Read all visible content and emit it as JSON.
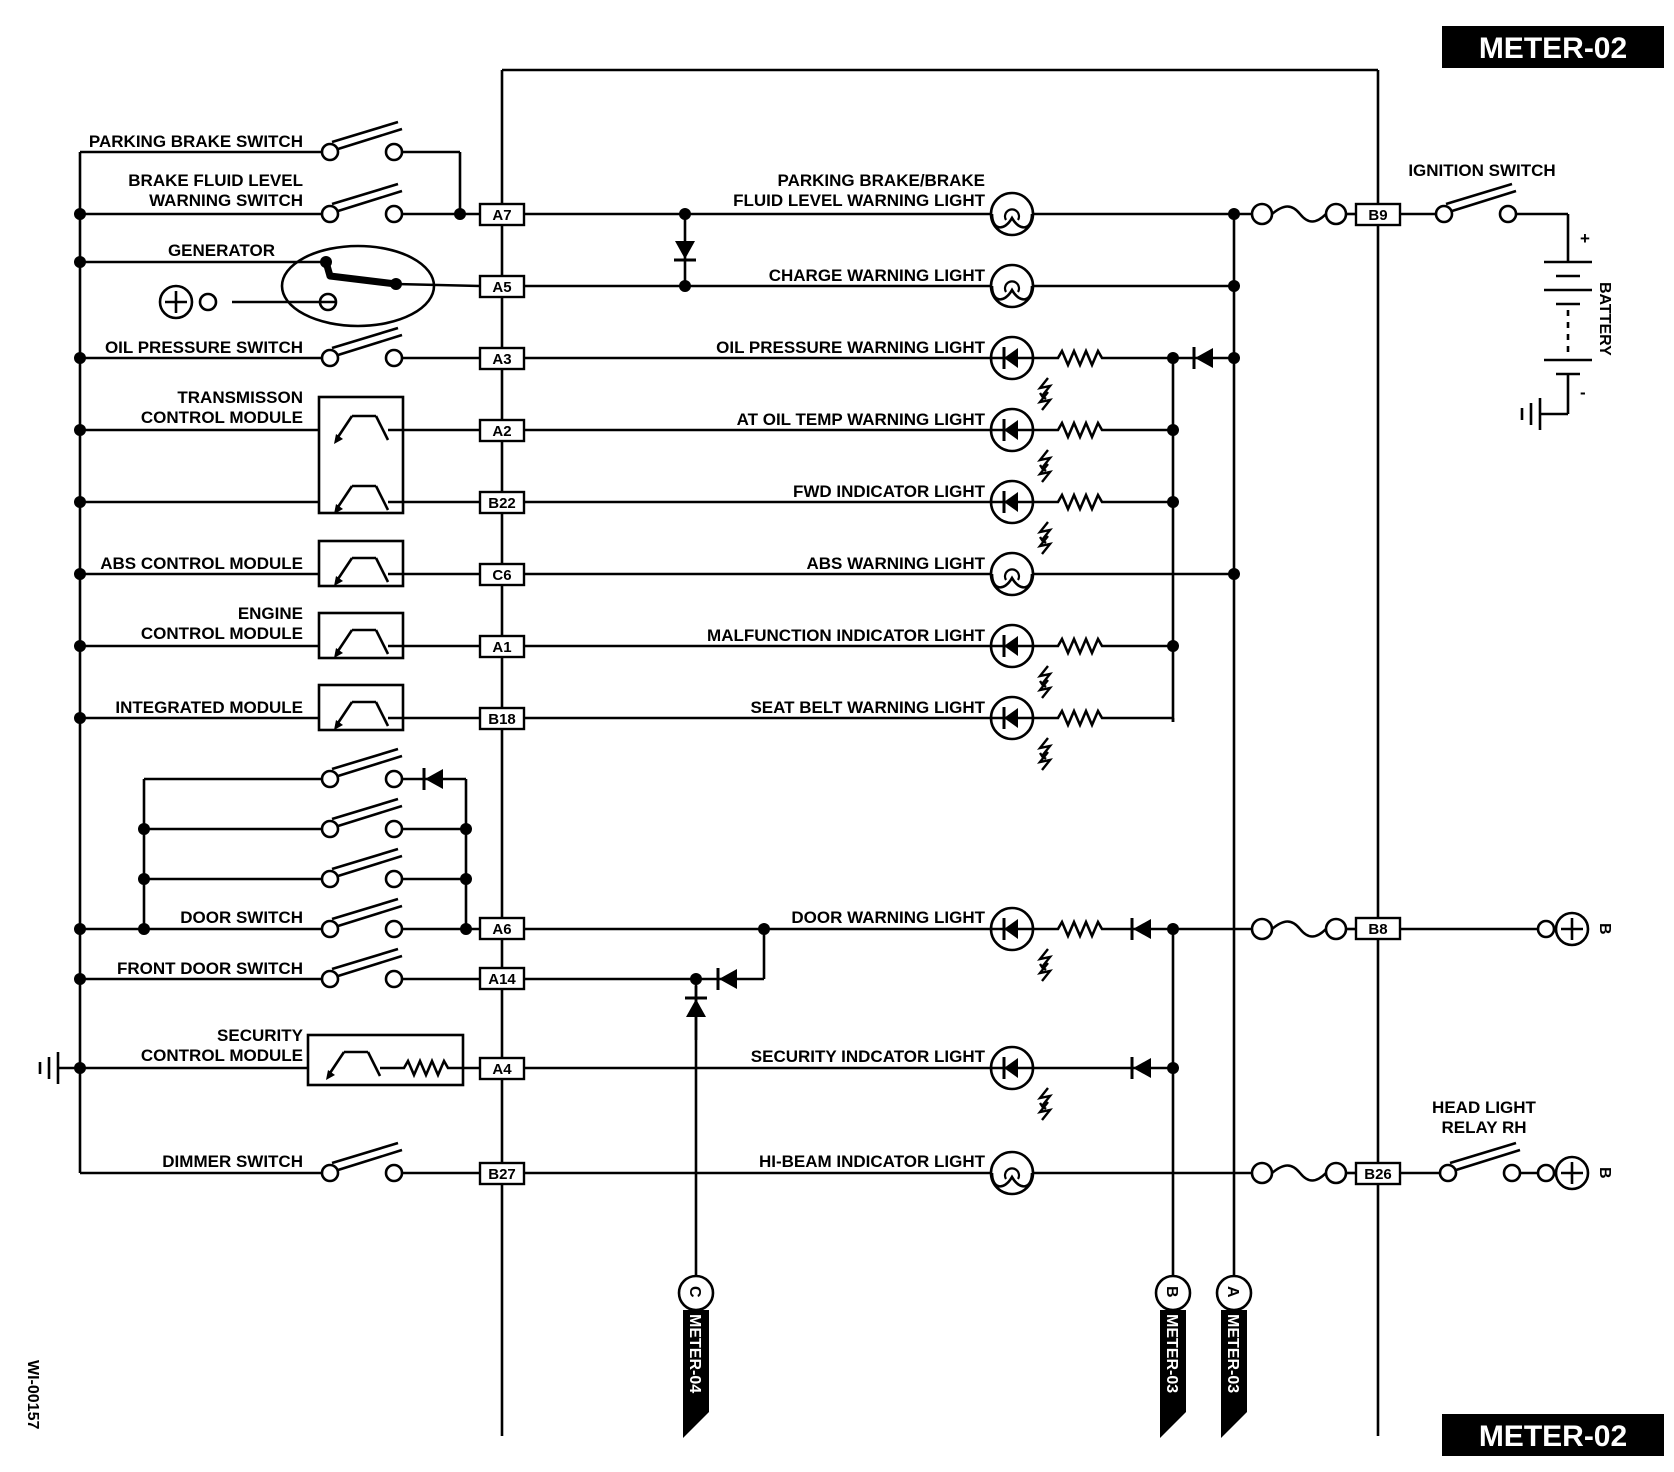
{
  "diagram": {
    "page_tag_top": "METER-02",
    "page_tag_bottom": "METER-02",
    "figure_id": "WI-00157",
    "left_labels": {
      "parking_brake_switch": "PARKING BRAKE SWITCH",
      "brake_fluid_1": "BRAKE FLUID LEVEL",
      "brake_fluid_2": "WARNING SWITCH",
      "generator": "GENERATOR",
      "oil_pressure_switch": "OIL PRESSURE SWITCH",
      "tcm_1": "TRANSMISSON",
      "tcm_2": "CONTROL MODULE",
      "abs_module": "ABS CONTROL MODULE",
      "ecm_1": "ENGINE",
      "ecm_2": "CONTROL MODULE",
      "integrated_module": "INTEGRATED MODULE",
      "door_switch": "DOOR SWITCH",
      "front_door_switch": "FRONT DOOR SWITCH",
      "security_1": "SECURITY",
      "security_2": "CONTROL MODULE",
      "dimmer_switch": "DIMMER SWITCH"
    },
    "pins": {
      "a7": "A7",
      "a5": "A5",
      "a3": "A3",
      "a2": "A2",
      "b22": "B22",
      "c6": "C6",
      "a1": "A1",
      "b18": "B18",
      "a6": "A6",
      "a14": "A14",
      "a4": "A4",
      "b27": "B27",
      "b9": "B9",
      "b8": "B8",
      "b26": "B26"
    },
    "lights": {
      "park_1": "PARKING BRAKE/BRAKE",
      "park_2": "FLUID LEVEL WARNING LIGHT",
      "charge": "CHARGE WARNING LIGHT",
      "oil": "OIL PRESSURE WARNING LIGHT",
      "at_oil": "AT OIL TEMP WARNING LIGHT",
      "fwd": "FWD INDICATOR LIGHT",
      "abs": "ABS WARNING LIGHT",
      "mil": "MALFUNCTION INDICATOR LIGHT",
      "seat": "SEAT BELT WARNING LIGHT",
      "door": "DOOR WARNING LIGHT",
      "security": "SECURITY INDCATOR LIGHT",
      "hibeam": "HI-BEAM INDICATOR LIGHT"
    },
    "right_labels": {
      "ignition_switch": "IGNITION SWITCH",
      "battery": "BATTERY",
      "plus_sign": "+",
      "minus_sign": "-",
      "head_relay_1": "HEAD LIGHT",
      "head_relay_2": "RELAY RH",
      "b_supply_1": "B",
      "b_supply_2": "B"
    },
    "connectors": {
      "c_letter": "C",
      "c_ref": "METER-04",
      "b_letter": "B",
      "b_ref": "METER-03",
      "a_letter": "A",
      "a_ref": "METER-03"
    }
  }
}
